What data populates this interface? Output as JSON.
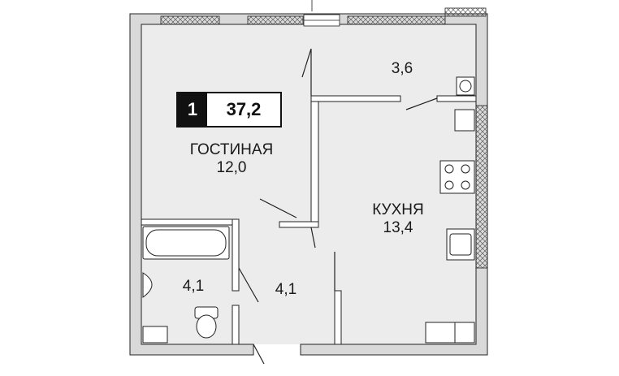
{
  "badge": {
    "rooms": "1",
    "total_area": "37,2"
  },
  "rooms": {
    "living": {
      "name": "ГОСТИНАЯ",
      "area": "12,0"
    },
    "kitchen": {
      "name": "КУХНЯ",
      "area": "13,4"
    },
    "balcony": {
      "area": "3,6"
    },
    "bathroom": {
      "area": "4,1"
    },
    "hallway": {
      "area": "4,1"
    }
  },
  "colors": {
    "floor": "#ececec",
    "wall": "#d9d9d9",
    "line": "#222222"
  }
}
